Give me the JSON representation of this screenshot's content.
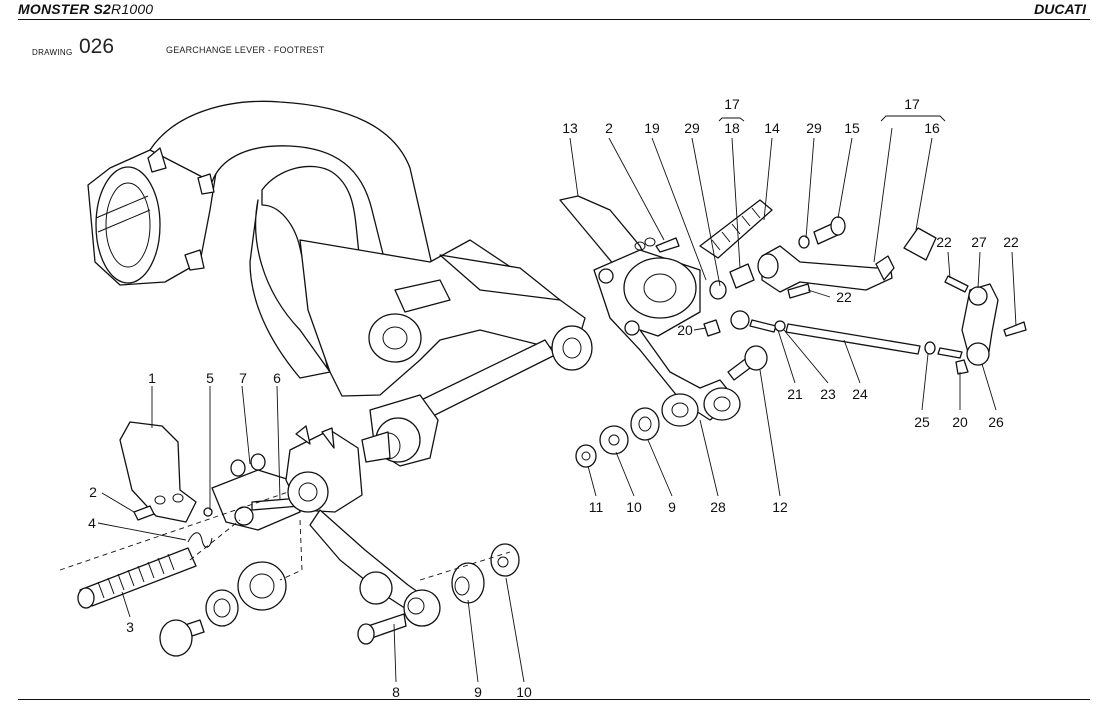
{
  "header": {
    "model_part1": "MONSTER",
    "model_part2": "S2",
    "model_part3": "R1000",
    "brand": "DUCATI"
  },
  "drawing": {
    "label": "DRAWING",
    "number": "026",
    "title": "GEARCHANGE LEVER - FOOTREST"
  },
  "callouts": {
    "c1": "1",
    "c2a": "2",
    "c3": "3",
    "c4": "4",
    "c5": "5",
    "c6": "6",
    "c7": "7",
    "c8": "8",
    "c9a": "9",
    "c10a": "10",
    "c13": "13",
    "c2b": "2",
    "c19": "19",
    "c29a": "29",
    "c17a": "17",
    "c18": "18",
    "c14": "14",
    "c29b": "29",
    "c15": "15",
    "c17b": "17",
    "c16": "16",
    "c22a": "22",
    "c27": "27",
    "c22b": "22",
    "c22c": "22",
    "c20a": "20",
    "c21": "21",
    "c23": "23",
    "c24": "24",
    "c25": "25",
    "c20b": "20",
    "c26": "26",
    "c11": "11",
    "c10b": "10",
    "c9b": "9",
    "c28": "28",
    "c12": "12"
  }
}
